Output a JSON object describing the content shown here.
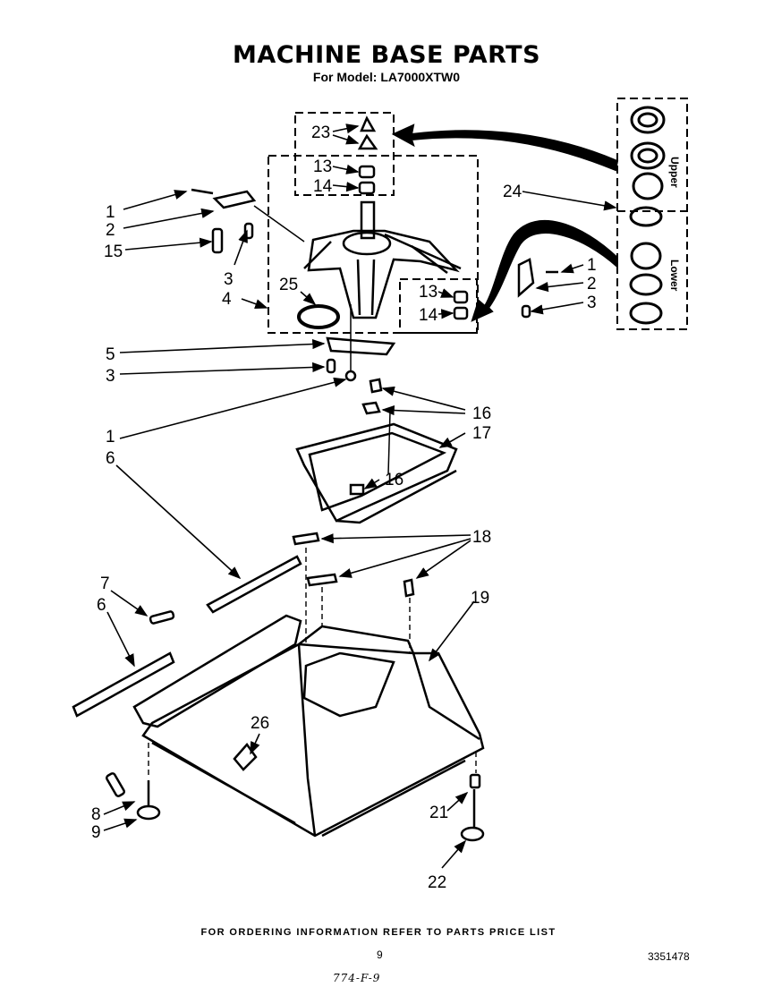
{
  "header": {
    "title": "MACHINE BASE PARTS",
    "subtitle": "For Model: LA7000XTW0"
  },
  "bearing_group": {
    "upper_label": "Upper",
    "lower_label": "Lower"
  },
  "callouts": {
    "c1a": "1",
    "c2a": "2",
    "c15": "15",
    "c3a": "3",
    "c4": "4",
    "c25": "25",
    "c23": "23",
    "c13a": "13",
    "c14a": "14",
    "c24": "24",
    "c1b": "1",
    "c2b": "2",
    "c3b": "3",
    "c13b": "13",
    "c14b": "14",
    "c5": "5",
    "c3c": "3",
    "c1c": "1",
    "c6a": "6",
    "c16a": "16",
    "c17": "17",
    "c16b": "16",
    "c18": "18",
    "c7": "7",
    "c6b": "6",
    "c19": "19",
    "c26": "26",
    "c8": "8",
    "c9": "9",
    "c21": "21",
    "c22": "22"
  },
  "footer": {
    "ordering_note": "FOR ORDERING INFORMATION REFER TO PARTS PRICE LIST",
    "page_number": "9",
    "document_number": "3351478",
    "handwritten_note": "774-F-9"
  }
}
